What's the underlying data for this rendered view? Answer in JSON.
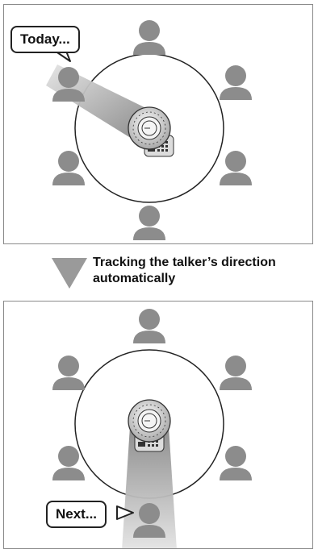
{
  "top_panel": {
    "bubble": "Today..."
  },
  "transition": {
    "line1": "Tracking the talker’s direction",
    "line2": "automatically"
  },
  "bottom_panel": {
    "bubble": "Next..."
  },
  "colors": {
    "person": "#8c8c8c",
    "beam_dark": "#808080",
    "beam_light": "#e2e2e2",
    "border": "#8a8a8a",
    "arrow": "#9a9a9a"
  }
}
